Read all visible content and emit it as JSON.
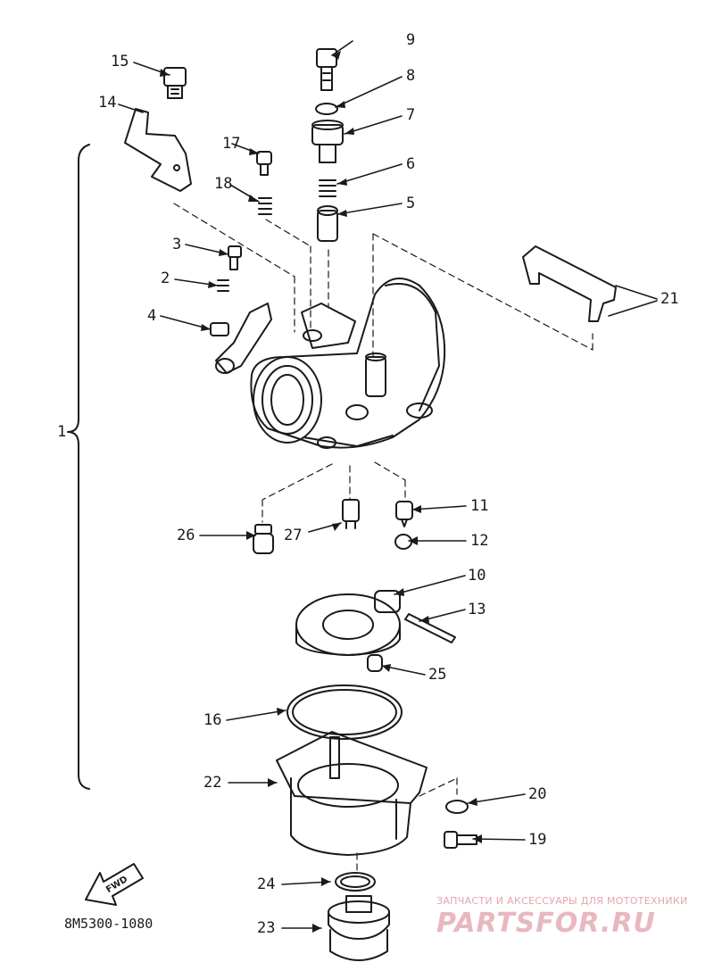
{
  "diagram": {
    "part_numbers": [
      "1",
      "2",
      "3",
      "4",
      "5",
      "6",
      "7",
      "8",
      "9",
      "10",
      "11",
      "12",
      "13",
      "14",
      "15",
      "16",
      "17",
      "18",
      "19",
      "20",
      "21",
      "22",
      "23",
      "24",
      "25",
      "26",
      "27"
    ],
    "drawing_code": "8M5300-1080",
    "fwd_label": "FWD"
  },
  "watermark": {
    "tagline": "ЗАПЧАСТИ И АКСЕССУАРЫ ДЛЯ МОТОТЕХНИКИ",
    "brand": "PARTSFOR.RU"
  },
  "colors": {
    "ink": "#1a1a1a",
    "watermark": "#e3a6ad",
    "background": "#ffffff"
  }
}
